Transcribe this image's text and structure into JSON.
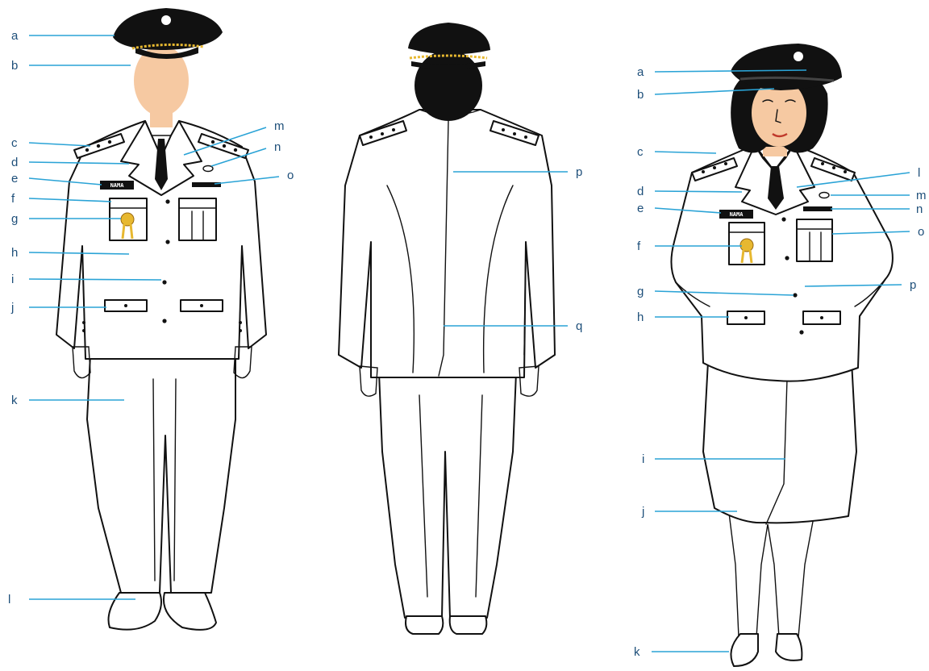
{
  "figures": {
    "male_front": {
      "labels": [
        "a",
        "b",
        "c",
        "d",
        "e",
        "f",
        "g",
        "h",
        "i",
        "j",
        "k",
        "l",
        "m",
        "n",
        "o"
      ],
      "name_tag": "NAMA"
    },
    "male_back": {
      "labels": [
        "p",
        "q"
      ]
    },
    "female_front": {
      "labels": [
        "a",
        "b",
        "c",
        "d",
        "e",
        "f",
        "g",
        "h",
        "i",
        "j",
        "k",
        "l",
        "m",
        "n",
        "o",
        "p"
      ],
      "name_tag": "NAMA"
    }
  },
  "colors": {
    "hat": "#111111",
    "uniform": "#ffffff",
    "skin": "#f6c9a2",
    "hand": "#d9a36a",
    "badge": "#e7b830",
    "leader": "#2aa3d6",
    "label": "#1e4f7a"
  }
}
